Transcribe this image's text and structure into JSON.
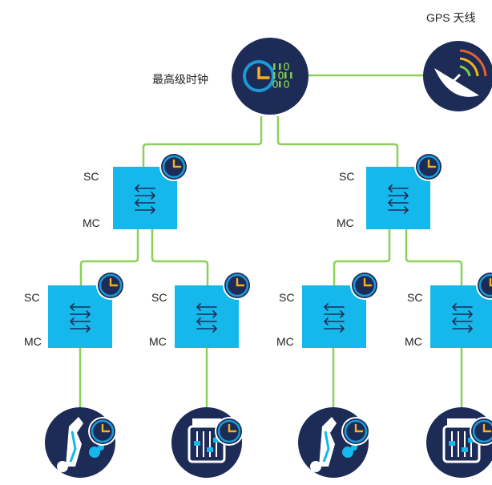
{
  "labels": {
    "grandmaster": "最高级时钟",
    "gps_antenna": "GPS 天线",
    "sc": "SC",
    "mc": "MC"
  },
  "nodes": {
    "grandmaster_icon": "grandmaster-clock-icon",
    "antenna_icon": "satellite-dish-icon",
    "switch_icon": "network-switch-icon",
    "clock_badge_icon": "clock-badge-icon",
    "robot_icon": "industrial-robot-icon",
    "controller_icon": "control-panel-icon"
  },
  "colors": {
    "navy": "#1d2b57",
    "switch_blue": "#14b8ea",
    "link_green": "#8cd05a",
    "badge_blue": "#1a9ad6",
    "clock_yellow": "#f5b21c"
  }
}
